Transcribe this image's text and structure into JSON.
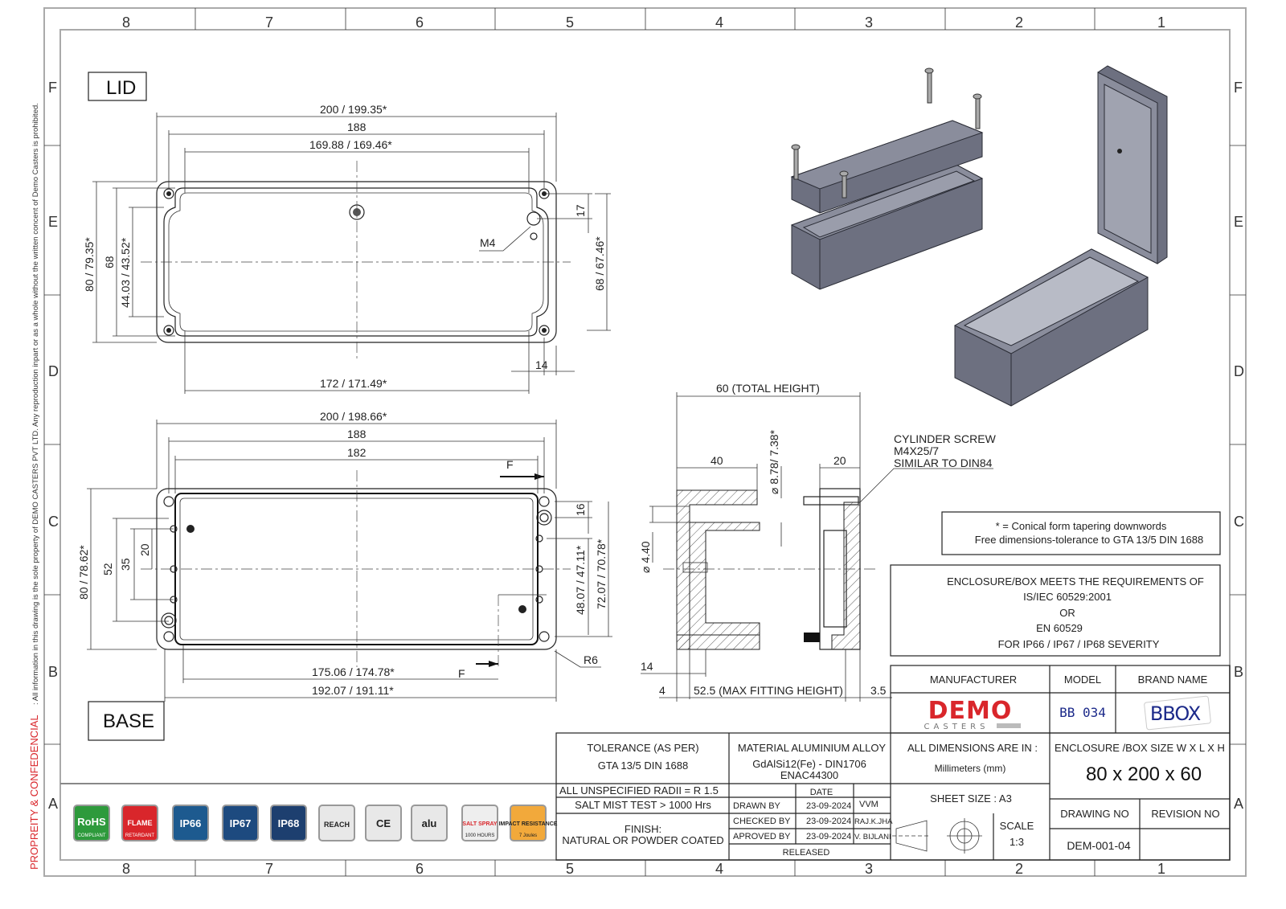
{
  "zones": {
    "columns": [
      "8",
      "7",
      "6",
      "5",
      "4",
      "3",
      "2",
      "1"
    ],
    "rows": [
      "F",
      "E",
      "D",
      "C",
      "B",
      "A"
    ]
  },
  "side_notice": {
    "label": "PROPREITY & CONFEDENCIAL",
    "text": ":  All information in this drawing is the sole property of DEMO CASTERS PVT LTD. Any reproduction inpart or as a whole without the written concent of Demo Casters is prohibited."
  },
  "views": {
    "lid": {
      "title": "LID",
      "dims": {
        "overall": "200 / 199.35*",
        "inner": "188",
        "gasket": "169.88 / 169.46*",
        "bottom": "172 / 171.49*",
        "height_overall": "80 / 79.35*",
        "height_inner": "68",
        "height_gasket": "44.03 / 43.52*",
        "right_17": "17",
        "right_height": "68 / 67.46*",
        "edge_14": "14",
        "thread": "M4"
      }
    },
    "base": {
      "title": "BASE",
      "dims": {
        "overall": "200 / 198.66*",
        "inner": "188",
        "inner2": "182",
        "bottom1": "175.06 / 174.78*",
        "bottom2": "192.07 / 191.11*",
        "height_overall": "80 / 78.62*",
        "h52": "52",
        "h35": "35",
        "h20": "20",
        "right_16": "16",
        "right_h1": "48.07 / 47.11*",
        "right_h2": "72.07 / 70.78*",
        "radius": "R6",
        "section_mark": "F"
      }
    },
    "section": {
      "total_height": "60 (TOTAL HEIGHT)",
      "d40": "40",
      "d20": "20",
      "dia_hole": "⌀ 8.78/ 7.38*",
      "dia_small": "⌀ 4.40",
      "d14": "14",
      "d4": "4",
      "max_fitting": "52.5 (MAX FITTING HEIGHT)",
      "d35": "3.5",
      "screw_note": [
        "CYLINDER SCREW",
        "M4X25/7",
        "SIMILAR TO DIN84"
      ]
    }
  },
  "notes": {
    "conical": "* = Conical form tapering downwords",
    "tolerance": "Free dimensions-tolerance to GTA 13/5 DIN 1688",
    "compliance": [
      "ENCLOSURE/BOX MEETS THE REQUIREMENTS OF",
      "IS/IEC 60529:2001",
      "OR",
      "EN 60529",
      "FOR IP66 / IP67 / IP68 SEVERITY"
    ]
  },
  "badges": [
    {
      "label": "RoHS",
      "sub": "COMPLIANT",
      "color": "#2e9a3c"
    },
    {
      "label": "FLAME",
      "sub": "RETARDANT",
      "color": "#d9262b"
    },
    {
      "label": "IP66",
      "sub": "",
      "color": "#1d5a8f"
    },
    {
      "label": "IP67",
      "sub": "",
      "color": "#1d4a7f"
    },
    {
      "label": "IP68",
      "sub": "",
      "color": "#1d3f6f"
    },
    {
      "label": "REACH",
      "sub": "",
      "color": "#e8e8e8"
    },
    {
      "label": "CE",
      "sub": "",
      "color": "#e8e8e8"
    },
    {
      "label": "alu",
      "sub": "",
      "color": "#e8e8e8"
    },
    {
      "label": "SALT SPRAY",
      "sub": "1000 HOURS",
      "color": "#eeeeee"
    },
    {
      "label": "IMPACT RESISTANCE",
      "sub": "7 Joules",
      "color": "#f2a93b"
    }
  ],
  "title_block": {
    "manufacturer_label": "MANUFACTURER",
    "model_label": "MODEL",
    "brand_label": "BRAND NAME",
    "manufacturer_logo": "DEMO",
    "manufacturer_logo_sub": "CASTERS",
    "model": "BB 034",
    "brand_logo": "BBOX",
    "tolerance_label": "TOLERANCE (AS PER)",
    "tolerance_value": "GTA 13/5 DIN 1688",
    "material_label": "MATERIAL ALUMINIUM ALLOY",
    "material_value1": "GdAlSi12(Fe) - DIN1706",
    "material_value2": "ENAC44300",
    "dims_label": "ALL DIMENSIONS ARE IN :",
    "dims_value": "Millimeters (mm)",
    "size_label": "ENCLOSURE /BOX SIZE W X L X H",
    "size_value": "80 x 200 x 60",
    "radii": "ALL UNSPECIFIED RADII = R 1.5",
    "salt": "SALT MIST TEST > 1000 Hrs",
    "finish_label": "FINISH:",
    "finish_value": "NATURAL OR POWDER COATED",
    "date_label": "DATE",
    "drawn_label": "DRAWN BY",
    "drawn_date": "23-09-2024",
    "drawn_name": "VVM",
    "checked_label": "CHECKED BY",
    "checked_date": "23-09-2024",
    "checked_name": "RAJ.K.JHA",
    "approved_label": "APROVED BY",
    "approved_date": "23-09-2024",
    "approved_name": "V. BIJLANI",
    "released": "RELEASED",
    "sheet_size": "SHEET SIZE : A3",
    "scale_label": "SCALE",
    "scale_value": "1:3",
    "drawing_no_label": "DRAWING NO",
    "revision_no_label": "REVISION NO",
    "drawing_no": "DEM-001-04",
    "revision_no": ""
  },
  "colors": {
    "accent_red": "#d9262b",
    "model_blue": "#1c2a8a",
    "frame": "#aaaaaa"
  }
}
